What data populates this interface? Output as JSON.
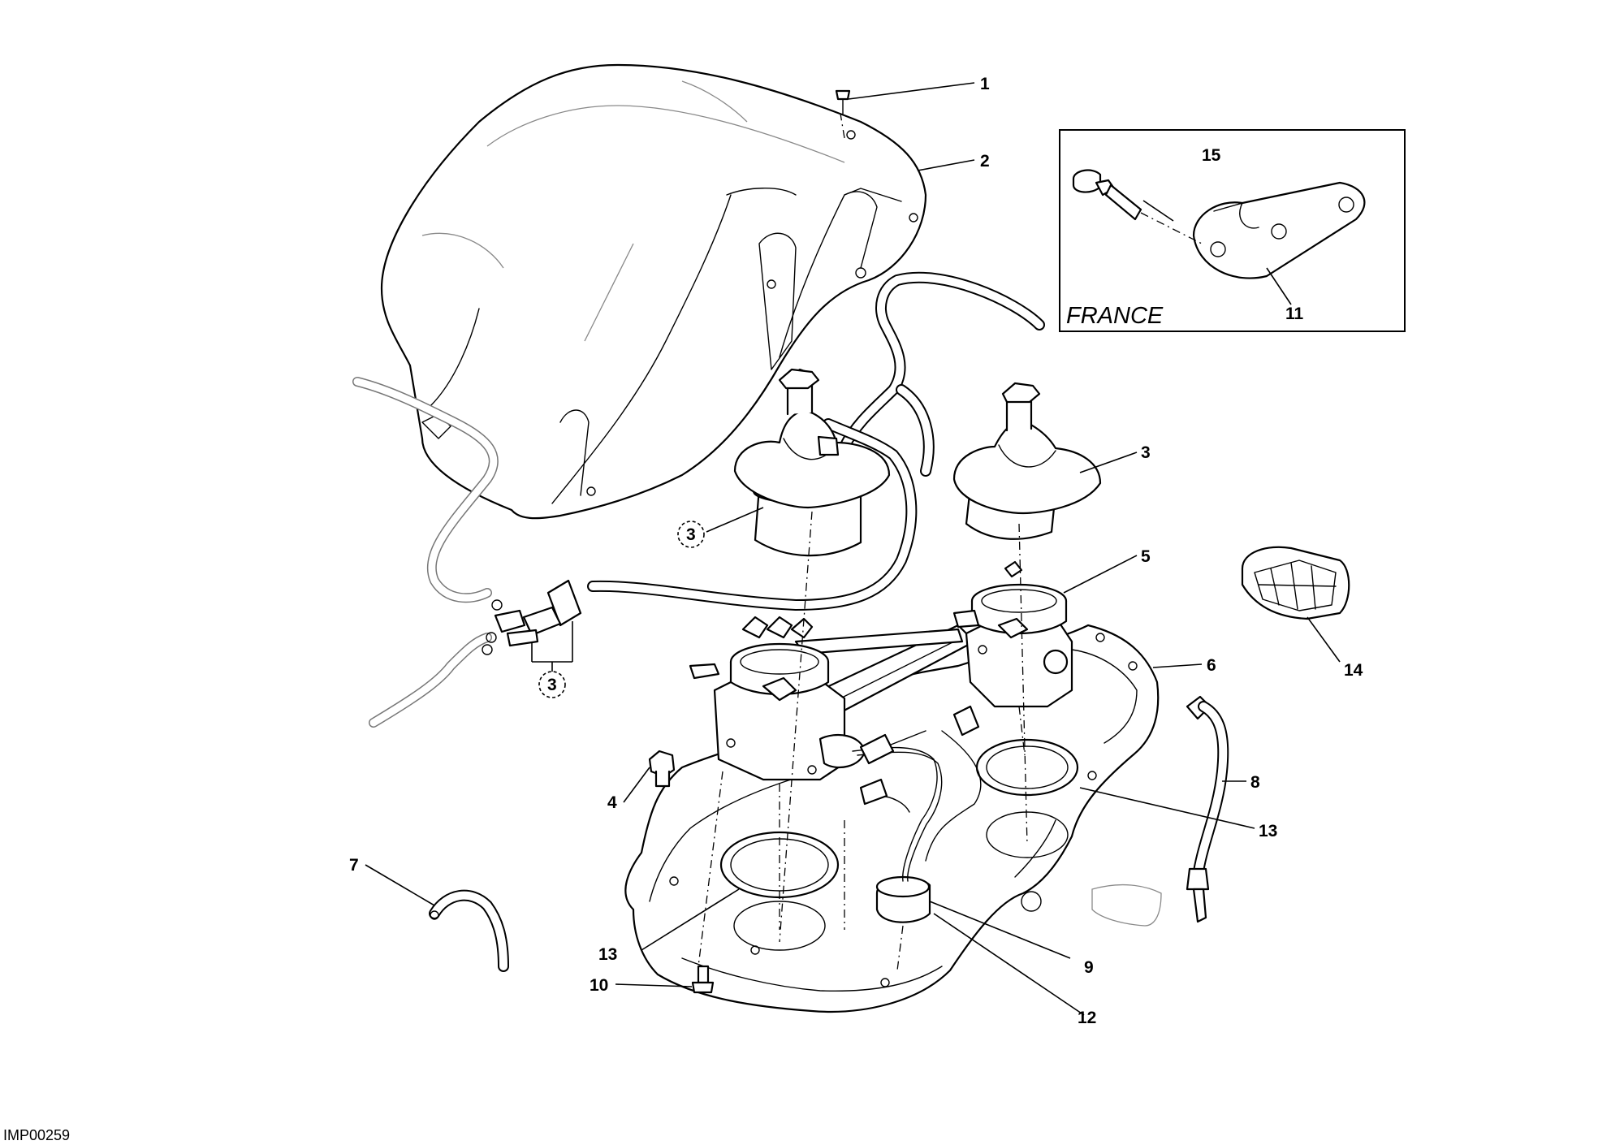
{
  "diagram": {
    "drawing_code": "IMP00259",
    "inset_label": "FRANCE",
    "callouts": [
      {
        "id": "c1",
        "text": "1"
      },
      {
        "id": "c2",
        "text": "2"
      },
      {
        "id": "c3a",
        "text": "3"
      },
      {
        "id": "c3b",
        "text": "3"
      },
      {
        "id": "c3c",
        "text": "3"
      },
      {
        "id": "c4",
        "text": "4"
      },
      {
        "id": "c5",
        "text": "5"
      },
      {
        "id": "c6",
        "text": "6"
      },
      {
        "id": "c7",
        "text": "7"
      },
      {
        "id": "c8",
        "text": "8"
      },
      {
        "id": "c9",
        "text": "9"
      },
      {
        "id": "c10",
        "text": "10"
      },
      {
        "id": "c11",
        "text": "11"
      },
      {
        "id": "c12",
        "text": "12"
      },
      {
        "id": "c13a",
        "text": "13"
      },
      {
        "id": "c13b",
        "text": "13"
      },
      {
        "id": "c14",
        "text": "14"
      },
      {
        "id": "c15",
        "text": "15"
      }
    ]
  }
}
